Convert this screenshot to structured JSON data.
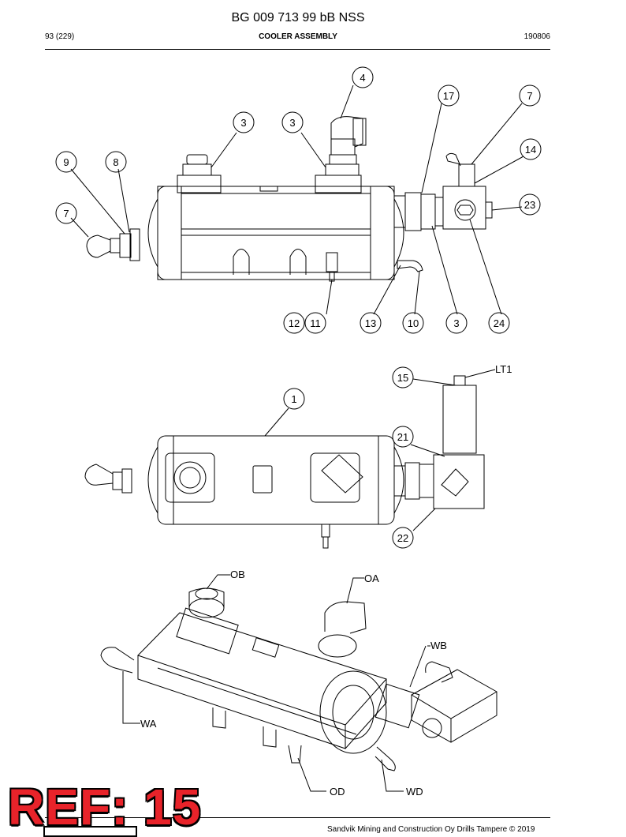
{
  "header": {
    "doc_title": "BG 009 713 99 bB NSS",
    "page": "93 (229)",
    "section": "COOLER ASSEMBLY",
    "date": "190806"
  },
  "top_view_callouts": [
    "4",
    "17",
    "7",
    "3",
    "3",
    "14",
    "9",
    "8",
    "23",
    "7",
    "12",
    "11",
    "13",
    "10",
    "3",
    "24"
  ],
  "middle_view_callouts": [
    "15",
    "1",
    "21",
    "22"
  ],
  "middle_view_labels": [
    "LT1"
  ],
  "bottom_view_labels": [
    "OB",
    "OA",
    "WB",
    "WA",
    "OD",
    "WD"
  ],
  "ref_stamp": "REF: 15",
  "footer": {
    "copyright": "Sandvik Mining and Construction Oy Drills Tampere © 2019"
  }
}
